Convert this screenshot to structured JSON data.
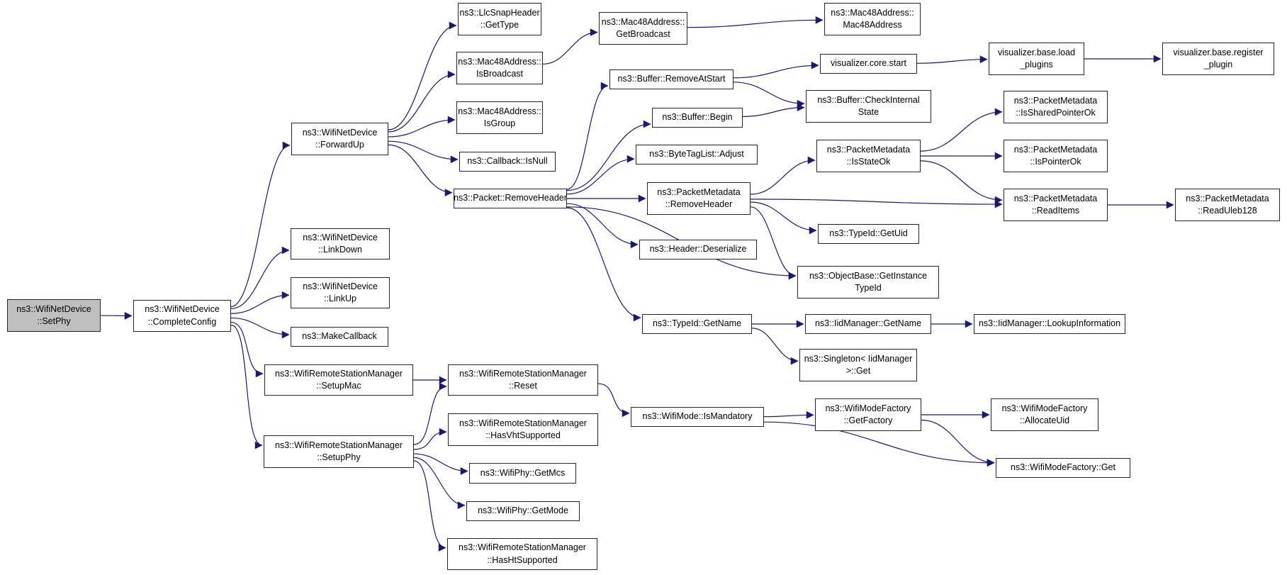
{
  "page": {
    "background": "#ffffff",
    "description_label": "Doxygen call graph for ns3::WifiNetDevice::SetPhy"
  },
  "diagram": {
    "type": "call-graph",
    "root": "ns3::WifiNetDevice::SetPhy",
    "colors": {
      "edge": "#191970",
      "node_border": "#242424",
      "node_fill": "#ffffff",
      "root_fill": "#bfbfbf",
      "text": "#000000"
    },
    "nodes": [
      {
        "id": "setphy",
        "lines": [
          "ns3::WifiNetDevice",
          "::SetPhy"
        ],
        "highlighted": true
      },
      {
        "id": "completeconfig",
        "lines": [
          "ns3::WifiNetDevice",
          "::CompleteConfig"
        ],
        "highlighted": false
      },
      {
        "id": "forwardup",
        "lines": [
          "ns3::WifiNetDevice",
          "::ForwardUp"
        ],
        "highlighted": false
      },
      {
        "id": "linkdown",
        "lines": [
          "ns3::WifiNetDevice",
          "::LinkDown"
        ],
        "highlighted": false
      },
      {
        "id": "linkup",
        "lines": [
          "ns3::WifiNetDevice",
          "::LinkUp"
        ],
        "highlighted": false
      },
      {
        "id": "makecallback",
        "lines": [
          "ns3::MakeCallback"
        ],
        "highlighted": false
      },
      {
        "id": "setupmac",
        "lines": [
          "ns3::WifiRemoteStationManager",
          "::SetupMac"
        ],
        "highlighted": false
      },
      {
        "id": "setupphy",
        "lines": [
          "ns3::WifiRemoteStationManager",
          "::SetupPhy"
        ],
        "highlighted": false
      },
      {
        "id": "llcgettype",
        "lines": [
          "ns3::LlcSnapHeader",
          "::GetType"
        ],
        "highlighted": false
      },
      {
        "id": "isbroadcast",
        "lines": [
          "ns3::Mac48Address::",
          "IsBroadcast"
        ],
        "highlighted": false
      },
      {
        "id": "isgroup",
        "lines": [
          "ns3::Mac48Address::",
          "IsGroup"
        ],
        "highlighted": false
      },
      {
        "id": "isnull",
        "lines": [
          "ns3::Callback::IsNull"
        ],
        "highlighted": false
      },
      {
        "id": "pktremoveheader",
        "lines": [
          "ns3::Packet::RemoveHeader"
        ],
        "highlighted": false
      },
      {
        "id": "getbroadcast",
        "lines": [
          "ns3::Mac48Address::",
          "GetBroadcast"
        ],
        "highlighted": false
      },
      {
        "id": "mac48mac48",
        "lines": [
          "ns3::Mac48Address::",
          "Mac48Address"
        ],
        "highlighted": false
      },
      {
        "id": "removeatstart",
        "lines": [
          "ns3::Buffer::RemoveAtStart"
        ],
        "highlighted": false
      },
      {
        "id": "vizcorestart",
        "lines": [
          "visualizer.core.start"
        ],
        "highlighted": false
      },
      {
        "id": "vizload",
        "lines": [
          "visualizer.base.load",
          "_plugins"
        ],
        "highlighted": false
      },
      {
        "id": "vizregister",
        "lines": [
          "visualizer.base.register",
          "_plugin"
        ],
        "highlighted": false
      },
      {
        "id": "buffbegin",
        "lines": [
          "ns3::Buffer::Begin"
        ],
        "highlighted": false
      },
      {
        "id": "checkinternal",
        "lines": [
          "ns3::Buffer::CheckInternal",
          "State"
        ],
        "highlighted": false
      },
      {
        "id": "adjust",
        "lines": [
          "ns3::ByteTagList::Adjust"
        ],
        "highlighted": false
      },
      {
        "id": "pmremoveheader",
        "lines": [
          "ns3::PacketMetadata",
          "::RemoveHeader"
        ],
        "highlighted": false
      },
      {
        "id": "isstateok",
        "lines": [
          "ns3::PacketMetadata",
          "::IsStateOk"
        ],
        "highlighted": false
      },
      {
        "id": "issharedptrok",
        "lines": [
          "ns3::PacketMetadata",
          "::IsSharedPointerOk"
        ],
        "highlighted": false
      },
      {
        "id": "ispointerok",
        "lines": [
          "ns3::PacketMetadata",
          "::IsPointerOk"
        ],
        "highlighted": false
      },
      {
        "id": "readitems",
        "lines": [
          "ns3::PacketMetadata",
          "::ReadItems"
        ],
        "highlighted": false
      },
      {
        "id": "readuleb",
        "lines": [
          "ns3::PacketMetadata",
          "::ReadUleb128"
        ],
        "highlighted": false
      },
      {
        "id": "typeidgetuid",
        "lines": [
          "ns3::TypeId::GetUid"
        ],
        "highlighted": false
      },
      {
        "id": "headerdeserialize",
        "lines": [
          "ns3::Header::Deserialize"
        ],
        "highlighted": false
      },
      {
        "id": "objgetinstance",
        "lines": [
          "ns3::ObjectBase::GetInstance",
          "TypeId"
        ],
        "highlighted": false
      },
      {
        "id": "typeidgetname",
        "lines": [
          "ns3::TypeId::GetName"
        ],
        "highlighted": false
      },
      {
        "id": "iidgetname",
        "lines": [
          "ns3::IidManager::GetName"
        ],
        "highlighted": false
      },
      {
        "id": "lookupinfo",
        "lines": [
          "ns3::IidManager::LookupInformation"
        ],
        "highlighted": false
      },
      {
        "id": "singletonget",
        "lines": [
          "ns3::Singleton< IidManager",
          ">::Get"
        ],
        "highlighted": false
      },
      {
        "id": "reset",
        "lines": [
          "ns3::WifiRemoteStationManager",
          "::Reset"
        ],
        "highlighted": false
      },
      {
        "id": "hasvht",
        "lines": [
          "ns3::WifiRemoteStationManager",
          "::HasVhtSupported"
        ],
        "highlighted": false
      },
      {
        "id": "wifigetmcs",
        "lines": [
          "ns3::WifiPhy::GetMcs"
        ],
        "highlighted": false
      },
      {
        "id": "wifigetmode",
        "lines": [
          "ns3::WifiPhy::GetMode"
        ],
        "highlighted": false
      },
      {
        "id": "hasht",
        "lines": [
          "ns3::WifiRemoteStationManager",
          "::HasHtSupported"
        ],
        "highlighted": false
      },
      {
        "id": "ismandatory",
        "lines": [
          "ns3::WifiMode::IsMandatory"
        ],
        "highlighted": false
      },
      {
        "id": "getfactory",
        "lines": [
          "ns3::WifiModeFactory",
          "::GetFactory"
        ],
        "highlighted": false
      },
      {
        "id": "allocateuid",
        "lines": [
          "ns3::WifiModeFactory",
          "::AllocateUid"
        ],
        "highlighted": false
      },
      {
        "id": "wmfget",
        "lines": [
          "ns3::WifiModeFactory::Get"
        ],
        "highlighted": false
      }
    ],
    "edges": [
      {
        "from": "setphy",
        "to": "completeconfig"
      },
      {
        "from": "completeconfig",
        "to": "forwardup"
      },
      {
        "from": "completeconfig",
        "to": "linkdown"
      },
      {
        "from": "completeconfig",
        "to": "linkup"
      },
      {
        "from": "completeconfig",
        "to": "makecallback"
      },
      {
        "from": "completeconfig",
        "to": "setupmac"
      },
      {
        "from": "completeconfig",
        "to": "setupphy"
      },
      {
        "from": "forwardup",
        "to": "llcgettype"
      },
      {
        "from": "forwardup",
        "to": "isbroadcast"
      },
      {
        "from": "forwardup",
        "to": "isgroup"
      },
      {
        "from": "forwardup",
        "to": "isnull"
      },
      {
        "from": "forwardup",
        "to": "pktremoveheader"
      },
      {
        "from": "isbroadcast",
        "to": "getbroadcast"
      },
      {
        "from": "getbroadcast",
        "to": "mac48mac48"
      },
      {
        "from": "removeatstart",
        "to": "vizcorestart"
      },
      {
        "from": "removeatstart",
        "to": "checkinternal"
      },
      {
        "from": "vizcorestart",
        "to": "vizload"
      },
      {
        "from": "vizload",
        "to": "vizregister"
      },
      {
        "from": "buffbegin",
        "to": "checkinternal"
      },
      {
        "from": "pktremoveheader",
        "to": "removeatstart"
      },
      {
        "from": "pktremoveheader",
        "to": "buffbegin"
      },
      {
        "from": "pktremoveheader",
        "to": "adjust"
      },
      {
        "from": "pktremoveheader",
        "to": "pmremoveheader"
      },
      {
        "from": "pktremoveheader",
        "to": "headerdeserialize"
      },
      {
        "from": "pktremoveheader",
        "to": "objgetinstance"
      },
      {
        "from": "pktremoveheader",
        "to": "typeidgetname"
      },
      {
        "from": "pmremoveheader",
        "to": "isstateok"
      },
      {
        "from": "pmremoveheader",
        "to": "readitems"
      },
      {
        "from": "pmremoveheader",
        "to": "typeidgetuid"
      },
      {
        "from": "pmremoveheader",
        "to": "objgetinstance"
      },
      {
        "from": "isstateok",
        "to": "issharedptrok"
      },
      {
        "from": "isstateok",
        "to": "ispointerok"
      },
      {
        "from": "isstateok",
        "to": "readitems"
      },
      {
        "from": "readitems",
        "to": "readuleb"
      },
      {
        "from": "typeidgetname",
        "to": "iidgetname"
      },
      {
        "from": "typeidgetname",
        "to": "singletonget"
      },
      {
        "from": "iidgetname",
        "to": "lookupinfo"
      },
      {
        "from": "setupmac",
        "to": "reset"
      },
      {
        "from": "setupphy",
        "to": "reset"
      },
      {
        "from": "setupphy",
        "to": "hasvht"
      },
      {
        "from": "setupphy",
        "to": "wifigetmcs"
      },
      {
        "from": "setupphy",
        "to": "wifigetmode"
      },
      {
        "from": "setupphy",
        "to": "hasht"
      },
      {
        "from": "reset",
        "to": "ismandatory"
      },
      {
        "from": "ismandatory",
        "to": "getfactory"
      },
      {
        "from": "ismandatory",
        "to": "wmfget"
      },
      {
        "from": "getfactory",
        "to": "allocateuid"
      },
      {
        "from": "getfactory",
        "to": "wmfget"
      }
    ]
  }
}
